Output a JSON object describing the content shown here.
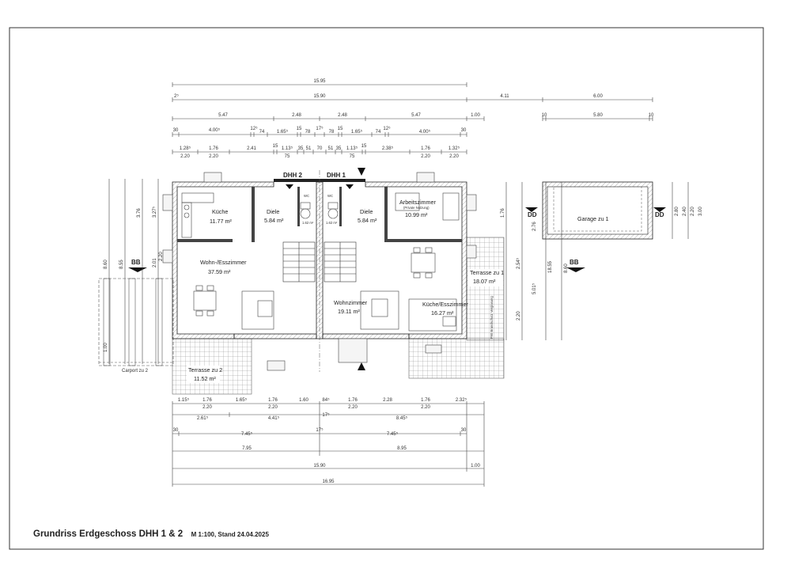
{
  "labels": {
    "dhh2": "DHH 2",
    "dhh1": "DHH 1",
    "bb": "BB",
    "dd": "DD",
    "carport": "Carport zu 2",
    "brandschutz": "F90 Brandschutz Verglasung"
  },
  "rooms": {
    "kueche": {
      "name": "Küche",
      "area": "11.77 m²"
    },
    "diele2": {
      "name": "Diele",
      "area": "5.84 m²"
    },
    "diele1": {
      "name": "Diele",
      "area": "5.84 m²"
    },
    "wc2": {
      "name": "WC",
      "area": "1.62 m²"
    },
    "wc1": {
      "name": "WC",
      "area": "1.62 m²"
    },
    "arbeitszimmer": {
      "name": "Arbeitszimmer",
      "note": "(Private Nutzung)",
      "area": "10.99 m²"
    },
    "garage": {
      "name": "Garage zu 1"
    },
    "wohnEss": {
      "name": "Wohn-/Esszimmer",
      "area": "37.59 m²"
    },
    "wohnzimmer": {
      "name": "Wohnzimmer",
      "area": "19.11 m²"
    },
    "kuecheEss": {
      "name": "Küche/Esszimmer",
      "area": "16.27 m²"
    },
    "terrasse1": {
      "name": "Terrasse zu 1",
      "area": "18.07 m²"
    },
    "terrasse2": {
      "name": "Terrasse zu 2",
      "area": "11.52 m²"
    }
  },
  "dims": {
    "top1": "15.95",
    "top2": "15.90",
    "top2a": "2⁵",
    "top2b": "4.11",
    "top2c": "6.00",
    "top3": [
      "5.47",
      "2.48",
      "2.48",
      "5.47",
      "1.00"
    ],
    "garage": [
      "10",
      "5.80",
      "10"
    ],
    "top4": [
      "30",
      "4.00⁵",
      "12⁵",
      "74",
      "1.65⁵",
      "15",
      "78",
      "17⁵",
      "78",
      "15",
      "1.65⁵",
      "74",
      "12⁵",
      "4.00⁵",
      "30"
    ],
    "top5": [
      "1.28⁵",
      "1.76",
      "2.41",
      "15",
      "1.13⁵",
      "35",
      "51",
      "70",
      "51",
      "35",
      "1.13⁵",
      "15",
      "2.38⁵",
      "1.76",
      "1.32⁵"
    ],
    "top5sub": [
      "2.20",
      "2.20",
      "75",
      "75",
      "2.20",
      "2.20"
    ],
    "bot1": [
      "1.15⁵",
      "1.76",
      "1.65⁵",
      "1.76",
      "1.60",
      "84⁵",
      "1.76",
      "2.28",
      "1.76",
      "2.32⁵"
    ],
    "bot1sub": [
      "2.20",
      "2.20",
      "2.20",
      "2.20"
    ],
    "bot2": [
      "2.61⁵",
      "4.41⁵",
      "17⁵",
      "8.45⁵"
    ],
    "bot3": [
      "30",
      "7.45⁵",
      "17⁵",
      "7.45⁵",
      "30"
    ],
    "bot4": [
      "7.95",
      "8.95"
    ],
    "bot5": [
      "15.90",
      "1.00"
    ],
    "bot6": "16.95",
    "left": [
      "8.60",
      "8.55",
      "3.76",
      "3.27⁵",
      "2.01",
      "2.20",
      "1.00"
    ],
    "right": [
      "18.55",
      "8.60",
      "5.01⁵",
      "2.76",
      "2.54⁵",
      "1.76",
      "2.20"
    ],
    "garageSide": [
      "2.80",
      "3.00",
      "2.20",
      "2.40"
    ]
  },
  "footer": {
    "title": "Grundriss Erdgeschoss DHH 1 & 2",
    "subtitle": "M 1:100, Stand 24.04.2025"
  }
}
